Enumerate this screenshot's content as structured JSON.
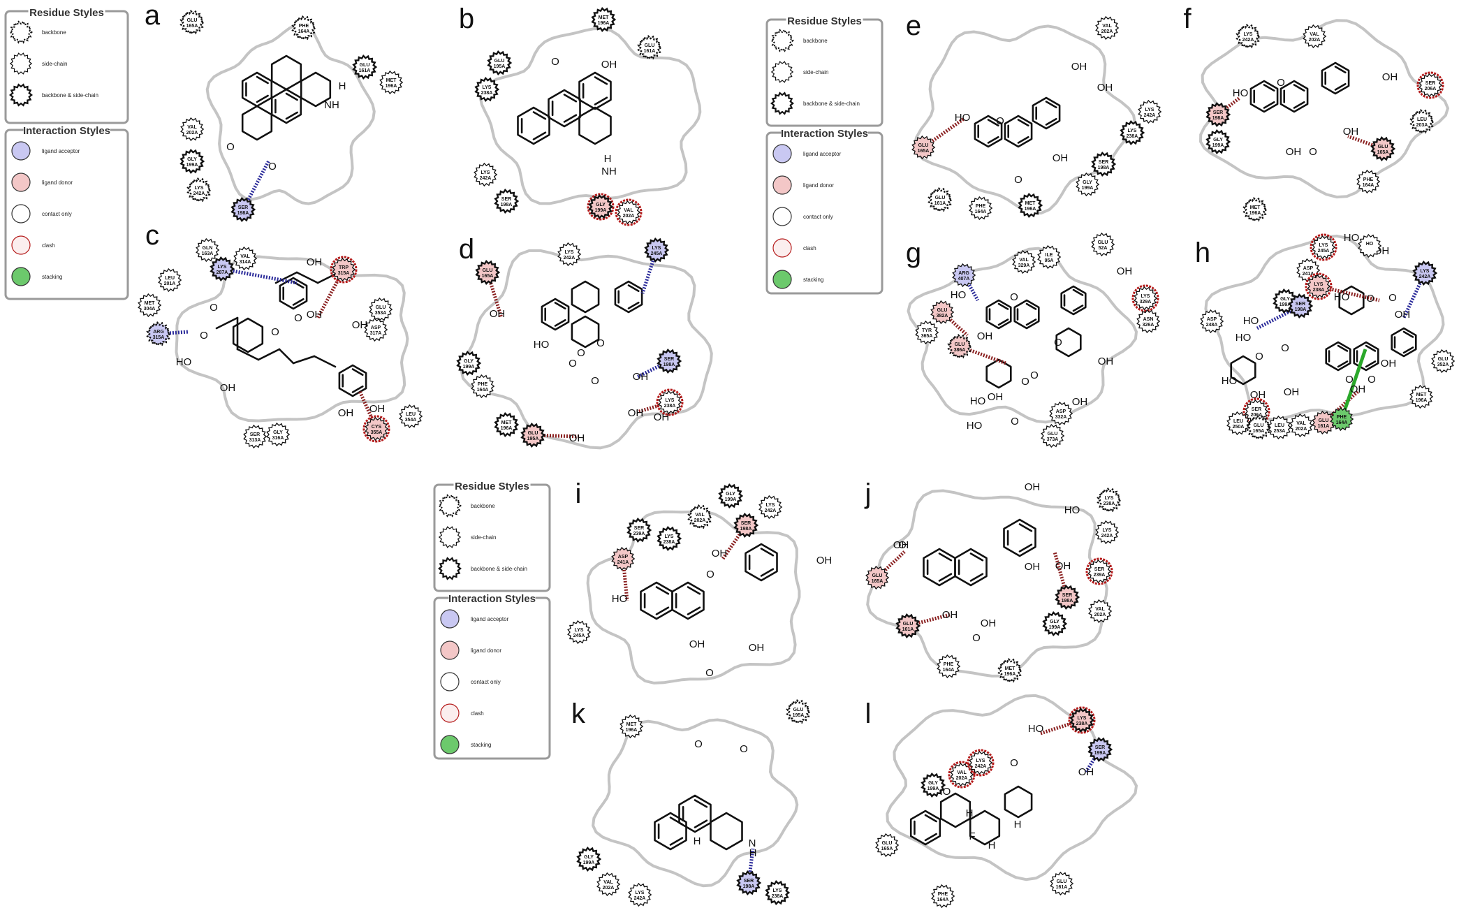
{
  "legends": [
    {
      "residue_title": "Residue Styles",
      "residue_items": [
        "backbone",
        "side-chain",
        "backbone & side-chain"
      ],
      "interaction_title": "Interaction Styles",
      "interaction_items": [
        "ligand acceptor",
        "ligand donor",
        "contact only",
        "clash",
        "stacking"
      ]
    }
  ],
  "colors": {
    "acceptor": "#c9c8f2",
    "donor": "#f3c7c7",
    "contact": "#ffffff",
    "clash": "#fbeeee",
    "stacking": "#6cc96c",
    "clash_ring": "#b51c1c",
    "pocket": "#c4c4c4",
    "acceptor_line": "#2b2b9a",
    "donor_line": "#8a2020",
    "stacking_line": "#2aa82a"
  },
  "panels": [
    {
      "letter": "a",
      "residues": [
        "GLU 165A",
        "PHE 164A",
        "GLU 161A",
        "MET 196A",
        "VAL 202A",
        "GLY 199A",
        "LYS 242A",
        "SER 198A"
      ],
      "atoms": [
        "H",
        "NH",
        "O",
        "O"
      ]
    },
    {
      "letter": "b",
      "residues": [
        "MET 196A",
        "GLU 161A",
        "GLU 195A",
        "LYS 238A",
        "LYS 242A",
        "SER 198A",
        "GLY 199A",
        "VAL 202A"
      ],
      "atoms": [
        "OH",
        "O",
        "H",
        "NH"
      ]
    },
    {
      "letter": "c",
      "residues": [
        "GLN 163A",
        "VAL 314A",
        "LYS 287A",
        "TRP 315A",
        "LEU 201A",
        "MET 304A",
        "ARG 315A",
        "GLU 353A",
        "ASP 317A",
        "LEU 354A",
        "CYS 355A",
        "GLY 316A",
        "SER 313A"
      ],
      "atoms": [
        "OH",
        "OH",
        "OH",
        "OH",
        "O",
        "O",
        "O",
        "O",
        "HO",
        "OH",
        "OH"
      ]
    },
    {
      "letter": "d",
      "residues": [
        "GLU 165A",
        "LYS 242A",
        "LYS 245A",
        "GLY 199A",
        "PHE 164A",
        "SER 198A",
        "LYS 238A",
        "MET 196A",
        "GLU 195A"
      ],
      "atoms": [
        "OH",
        "HO",
        "O",
        "O",
        "O",
        "OH",
        "OH",
        "OH",
        "OH",
        "O"
      ]
    },
    {
      "letter": "e",
      "residues": [
        "VAL 202A",
        "LYS 242A",
        "LYS 238A",
        "GLU 165A",
        "SER 198A",
        "GLY 199A",
        "GLU 161A",
        "PHE 164A",
        "MET 196A"
      ],
      "atoms": [
        "OH",
        "OH",
        "HO",
        "O",
        "OH",
        "O"
      ]
    },
    {
      "letter": "f",
      "residues": [
        "LYS 242A",
        "VAL 202A",
        "SER 206A",
        "SER 198A",
        "GLY 199A",
        "LEU 203A",
        "GLU 165A",
        "PHE 164A",
        "MET 196A"
      ],
      "atoms": [
        "OH",
        "HO",
        "O",
        "OH",
        "OH",
        "O"
      ]
    },
    {
      "letter": "g",
      "residues": [
        "VAL 329A",
        "ILE 95A",
        "GLU 52A",
        "ARG 407A",
        "LYS 329A",
        "GLU 382A",
        "ASN 326A",
        "TYR 365A",
        "GLU 386A",
        "ASP 332A",
        "GLU 373A"
      ],
      "atoms": [
        "OH",
        "HO",
        "O",
        "OH",
        "O",
        "O",
        "OH",
        "OH",
        "HO",
        "HO",
        "O",
        "O",
        "OH"
      ]
    },
    {
      "letter": "h",
      "residues": [
        "LYS 245A",
        "HO",
        "ASP 241A",
        "GLY 199A",
        "LYS 238A",
        "SER 198A",
        "LYS 242A",
        "ASP 248A",
        "GLU 352A",
        "MET 196A",
        "SER 206A",
        "LEU 250A",
        "GLU 165A",
        "LEU 253A",
        "VAL 202A",
        "GLU 161A",
        "PHE 164A"
      ],
      "atoms": [
        "HO",
        "OH",
        "HO",
        "O",
        "O",
        "HO",
        "OH",
        "O",
        "O",
        "OH",
        "OH",
        "O",
        "HO",
        "HO",
        "OH",
        "OH",
        "O"
      ]
    },
    {
      "letter": "i",
      "residues": [
        "GLY 199A",
        "LYS 242A",
        "SER 239A",
        "LYS 238A",
        "VAL 202A",
        "SER 198A",
        "ASP 241A",
        "LYS 245A"
      ],
      "atoms": [
        "HO",
        "O",
        "OH",
        "OH",
        "OH",
        "OH",
        "O"
      ]
    },
    {
      "letter": "j",
      "residues": [
        "LYS 238A",
        "LYS 242A",
        "SER 239A",
        "GLU 165A",
        "SER 198A",
        "VAL 202A",
        "GLU 161A",
        "GLY 199A",
        "PHE 164A",
        "MET 196A"
      ],
      "atoms": [
        "OH",
        "OH",
        "HO",
        "O",
        "OH",
        "OH",
        "OH",
        "OH",
        "O"
      ]
    },
    {
      "letter": "k",
      "residues": [
        "MET 196A",
        "GLU 195A",
        "GLY 199A",
        "VAL 202A",
        "LYS 242A",
        "SER 198A",
        "LYS 238A"
      ],
      "atoms": [
        "O",
        "O",
        "H",
        "N",
        "H"
      ]
    },
    {
      "letter": "l",
      "residues": [
        "LYS 238A",
        "SER 199A",
        "VAL 202A",
        "LYS 242A",
        "GLY 199A",
        "GLU 165A",
        "PHE 164A",
        "GLU 161A"
      ],
      "atoms": [
        "HO",
        "O",
        "OH",
        "HO",
        "H",
        "H",
        "F",
        "H",
        "O"
      ]
    }
  ]
}
